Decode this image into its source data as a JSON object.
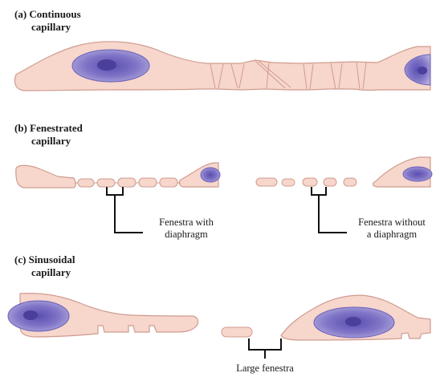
{
  "panels": {
    "a": {
      "title_line1": "(a) Continuous",
      "title_line2": "capillary"
    },
    "b": {
      "title_line1": "(b) Fenestrated",
      "title_line2": "capillary"
    },
    "c": {
      "title_line1": "(c) Sinusoidal",
      "title_line2": "capillary"
    }
  },
  "labels": {
    "fenestra_with_1": "Fenestra with",
    "fenestra_with_2": "diaphragm",
    "fenestra_without_1": "Fenestra without",
    "fenestra_without_2": "a diaphragm",
    "large_fenestra": "Large fenestra"
  },
  "colors": {
    "cell_fill": "#f7d6cc",
    "cell_stroke": "#cf9c8f",
    "nucleus_outer": "#8a80c9",
    "nucleus_inner": "#4a3f9a",
    "line": "#111111"
  }
}
